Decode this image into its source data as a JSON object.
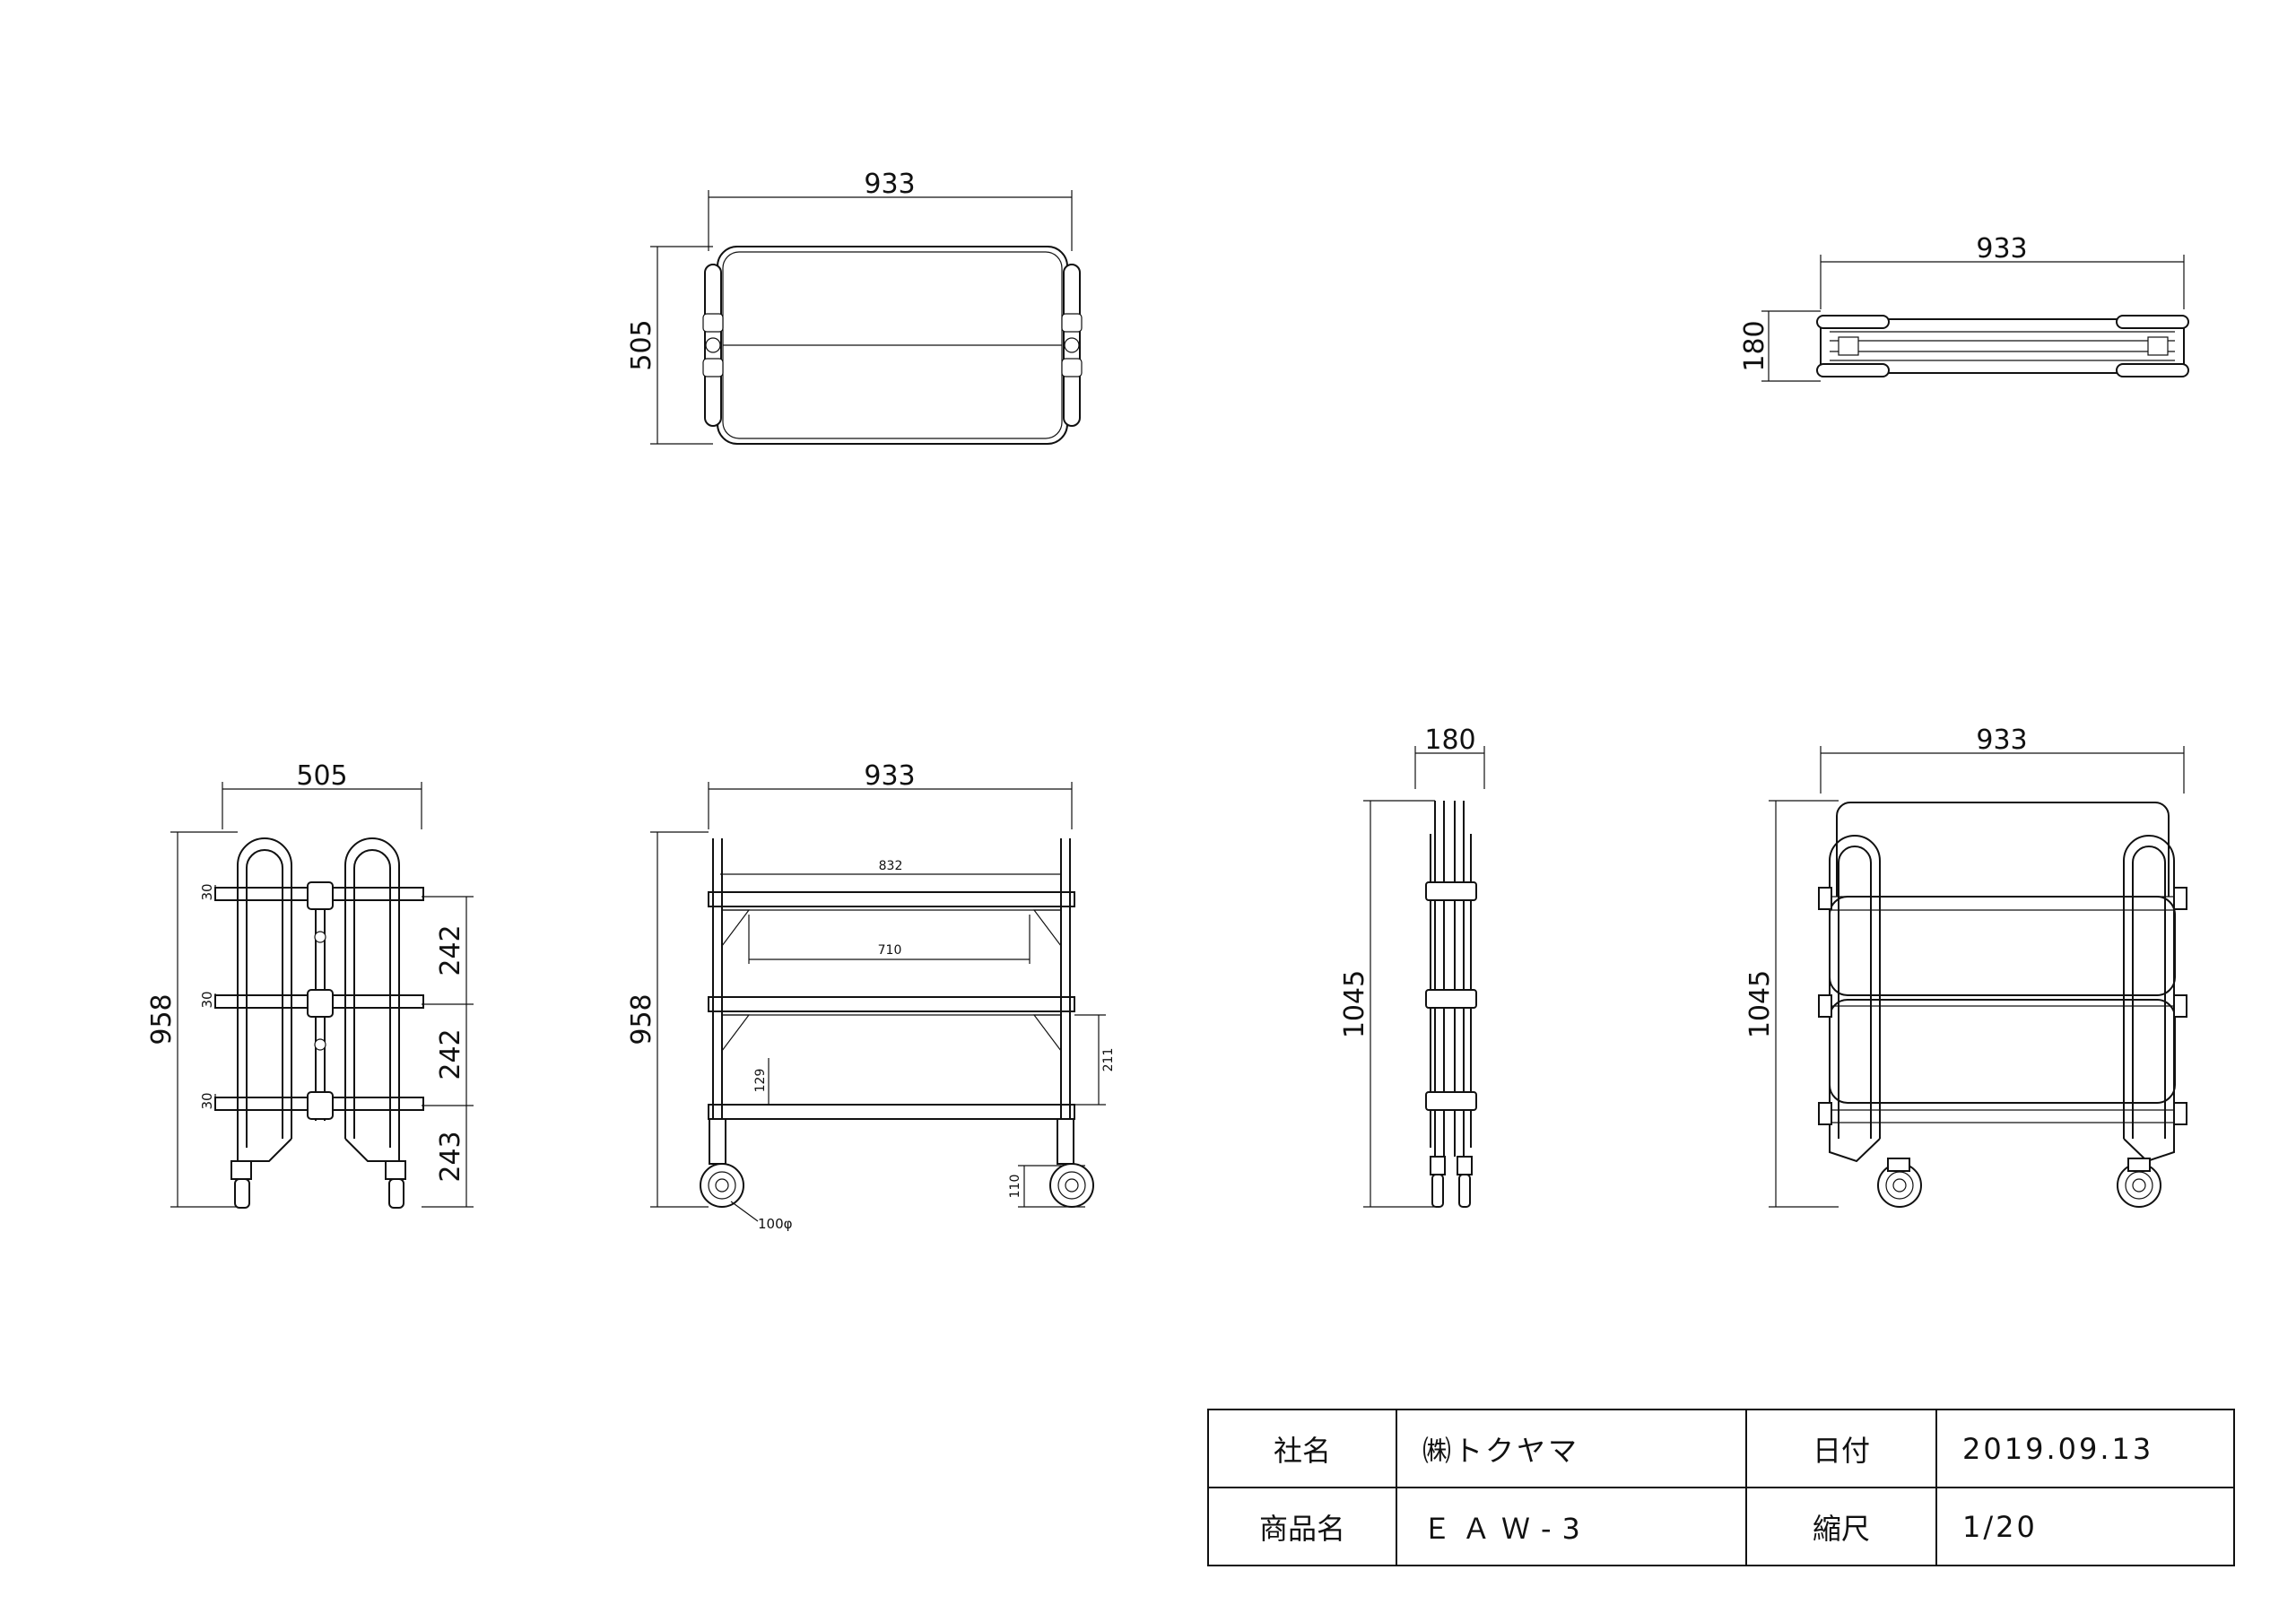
{
  "views": {
    "top": {
      "width": "933",
      "depth": "505"
    },
    "top_folded": {
      "width": "933",
      "depth": "180"
    },
    "side": {
      "width": "505",
      "height": "958",
      "shelf_thk_1": "30",
      "shelf_thk_2": "30",
      "shelf_thk_3": "30",
      "gap_1": "242",
      "gap_2": "242",
      "gap_3": "243"
    },
    "front": {
      "width": "933",
      "height": "958",
      "inner_832": "832",
      "inner_710": "710",
      "h_129": "129",
      "h_211": "211",
      "h_110": "110",
      "caster": "100φ"
    },
    "folded_side": {
      "width": "180",
      "height": "1045"
    },
    "folded_front": {
      "width": "933",
      "height": "1045"
    }
  },
  "title_block": {
    "company_label": "社名",
    "company_value": "㈱トクヤマ",
    "date_label": "日付",
    "date_value": "2019.09.13",
    "product_label": "商品名",
    "product_value": "ＥＡＷ-3",
    "scale_label": "縮尺",
    "scale_value": "1/20"
  }
}
